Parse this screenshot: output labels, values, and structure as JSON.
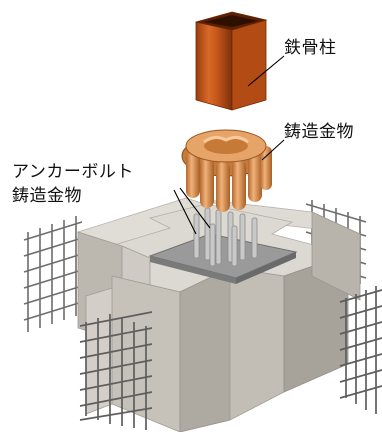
{
  "labels": {
    "steel_column": "鉄骨柱",
    "casting": "鋳造金物",
    "anchor_bolt_line1": "アンカーボルト",
    "anchor_bolt_line2": "鋳造金物"
  },
  "colors": {
    "steel": "#c45a1e",
    "steel_dark": "#8a3a10",
    "casting": "#e09a5c",
    "casting_dark": "#b56a2c",
    "concrete_top": "#dcd9d2",
    "concrete_front": "#c9c5bd",
    "concrete_side": "#a9a59e",
    "plate": "#8f8f8f",
    "rebar": "#6a6a6a",
    "leader": "#000000"
  }
}
